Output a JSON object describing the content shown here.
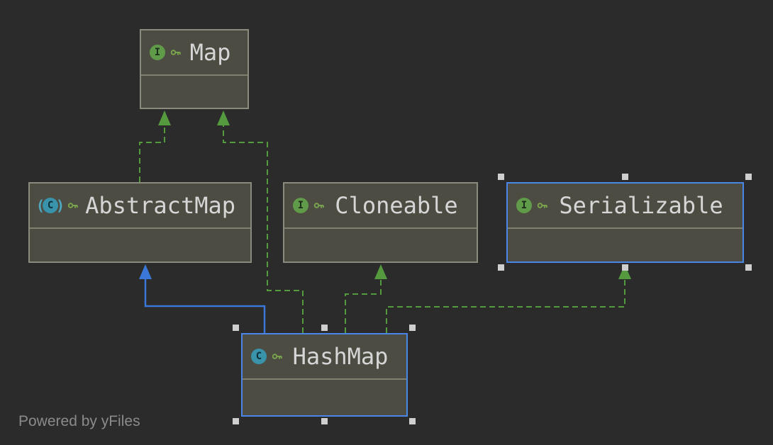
{
  "diagram": {
    "watermark": "Powered by yFiles",
    "abstract_markers": [
      "(",
      ")"
    ],
    "colors": {
      "background": "#2b2b2b",
      "node_fill": "#4c4c43",
      "node_border": "#8a8a7d",
      "selected_border": "#4a86e8",
      "title_text": "#d6d6d6",
      "interface_icon": "#5f9b49",
      "class_icon": "#3994ab",
      "key_icon": "#7ca94e",
      "realization_edge": "#569a40",
      "extends_edge": "#3b77d8"
    },
    "nodes": [
      {
        "id": "map",
        "label": "Map",
        "kind": "interface",
        "icon": "I",
        "selected": false
      },
      {
        "id": "abstractmap",
        "label": "AbstractMap",
        "kind": "abstract-class",
        "icon": "C",
        "selected": false
      },
      {
        "id": "cloneable",
        "label": "Cloneable",
        "kind": "interface",
        "icon": "I",
        "selected": false
      },
      {
        "id": "serializable",
        "label": "Serializable",
        "kind": "interface",
        "icon": "I",
        "selected": true
      },
      {
        "id": "hashmap",
        "label": "HashMap",
        "kind": "class",
        "icon": "C",
        "selected": true
      }
    ],
    "edges": [
      {
        "from": "AbstractMap",
        "to": "Map",
        "type": "realization"
      },
      {
        "from": "HashMap",
        "to": "Map",
        "type": "realization"
      },
      {
        "from": "HashMap",
        "to": "Cloneable",
        "type": "realization"
      },
      {
        "from": "HashMap",
        "to": "Serializable",
        "type": "realization"
      },
      {
        "from": "HashMap",
        "to": "AbstractMap",
        "type": "extends"
      }
    ]
  }
}
